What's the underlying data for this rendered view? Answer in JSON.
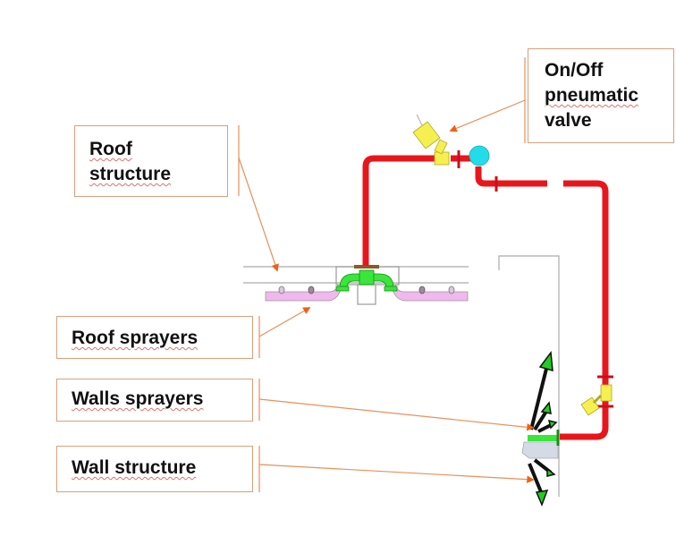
{
  "diagram": {
    "title": "Roof and wall spray system schematic",
    "labels": {
      "valve": {
        "lines": [
          "On/Off",
          "pneumatic",
          "valve"
        ]
      },
      "roof_structure": {
        "lines": [
          "Roof",
          "structure"
        ]
      },
      "roof_sprayers": {
        "text": "Roof sprayers"
      },
      "walls_sprayers": {
        "text": "Walls sprayers"
      },
      "wall_structure": {
        "text": "Wall structure"
      }
    },
    "colors": {
      "pipe": "#e8161b",
      "roof_sprayer_pipe": "#f0b8ec",
      "sprayer_fitting": "#39e639",
      "valve_body": "#f5f050",
      "pump": "#22dde8",
      "callout_line": "#e8905a",
      "callout_arrow": "#f06010",
      "label_border": "#d9a07a",
      "structure_line": "#aaaaaa",
      "spray_arrow": "#22cc22"
    },
    "components": [
      {
        "name": "on-off-pneumatic-valve",
        "type": "valve"
      },
      {
        "name": "pump",
        "type": "circle"
      },
      {
        "name": "roof-sprayer-manifold",
        "type": "pipe"
      },
      {
        "name": "wall-sprayer-nozzles",
        "type": "nozzle-group"
      },
      {
        "name": "wall-valve",
        "type": "valve"
      }
    ]
  }
}
